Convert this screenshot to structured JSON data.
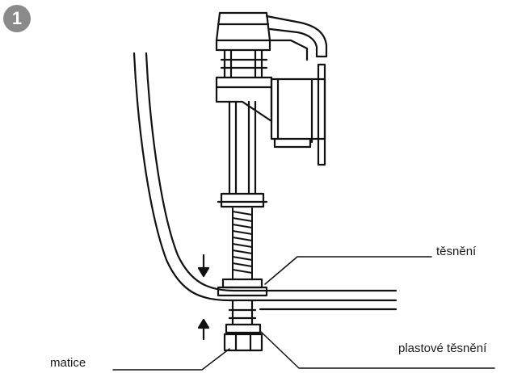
{
  "step": {
    "number": "1"
  },
  "labels": {
    "gasket": "těsnění",
    "plastic_gasket": "plastové těsnění",
    "nut": "matice"
  },
  "colors": {
    "badge": "#8a8a8a",
    "line": "#111111"
  }
}
